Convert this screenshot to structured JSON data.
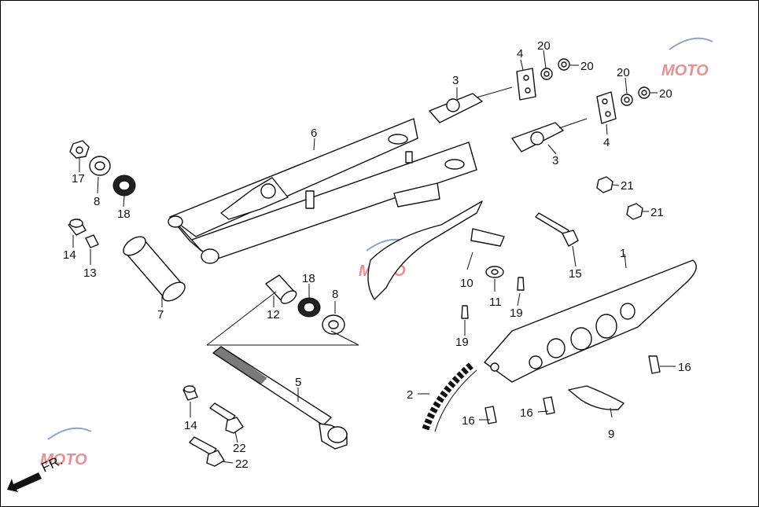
{
  "callouts": [
    {
      "id": "c1",
      "text": "1"
    },
    {
      "id": "c2",
      "text": "2"
    },
    {
      "id": "c3a",
      "text": "3"
    },
    {
      "id": "c3b",
      "text": "3"
    },
    {
      "id": "c4a",
      "text": "4"
    },
    {
      "id": "c4b",
      "text": "4"
    },
    {
      "id": "c5",
      "text": "5"
    },
    {
      "id": "c6",
      "text": "6"
    },
    {
      "id": "c7",
      "text": "7"
    },
    {
      "id": "c8a",
      "text": "8"
    },
    {
      "id": "c8b",
      "text": "8"
    },
    {
      "id": "c9",
      "text": "9"
    },
    {
      "id": "c10",
      "text": "10"
    },
    {
      "id": "c11",
      "text": "11"
    },
    {
      "id": "c12",
      "text": "12"
    },
    {
      "id": "c13",
      "text": "13"
    },
    {
      "id": "c14a",
      "text": "14"
    },
    {
      "id": "c14b",
      "text": "14"
    },
    {
      "id": "c15",
      "text": "15"
    },
    {
      "id": "c16a",
      "text": "16"
    },
    {
      "id": "c16b",
      "text": "16"
    },
    {
      "id": "c16c",
      "text": "16"
    },
    {
      "id": "c17",
      "text": "17"
    },
    {
      "id": "c18a",
      "text": "18"
    },
    {
      "id": "c18b",
      "text": "18"
    },
    {
      "id": "c19a",
      "text": "19"
    },
    {
      "id": "c19b",
      "text": "19"
    },
    {
      "id": "c20a",
      "text": "20"
    },
    {
      "id": "c20b",
      "text": "20"
    },
    {
      "id": "c20c",
      "text": "20"
    },
    {
      "id": "c20d",
      "text": "20"
    },
    {
      "id": "c21a",
      "text": "21"
    },
    {
      "id": "c21b",
      "text": "21"
    },
    {
      "id": "c22a",
      "text": "22"
    },
    {
      "id": "c22b",
      "text": "22"
    }
  ],
  "direction_label": "FR.",
  "watermark": {
    "text": "MOTO",
    "icon": "moto-logo-watermark",
    "colors": {
      "red": "#d8343c",
      "blue": "#3a55b0"
    }
  },
  "colors": {
    "line": "#111111",
    "background": "#ffffff"
  }
}
